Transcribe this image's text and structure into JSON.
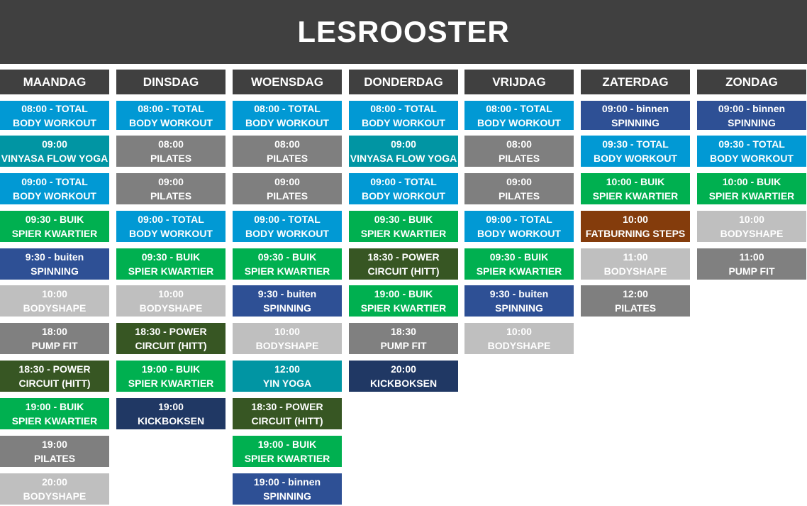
{
  "title": "LESROOSTER",
  "colors": {
    "header_bg": "#404040",
    "total": "#0199d4",
    "yoga": "#0195a3",
    "pilates": "#7f7f7f",
    "pumpfit": "#808080",
    "buik": "#00b050",
    "spinning": "#2e5095",
    "bodyshape": "#bfbfbf",
    "power": "#375623",
    "kickboksen": "#203864",
    "fatburning": "#843c0c"
  },
  "days": [
    {
      "name": "MAANDAG",
      "classes": [
        {
          "line1": "08:00 -  TOTAL",
          "line2": "BODY WORKOUT",
          "type": "total"
        },
        {
          "line1": "09:00",
          "line2": "VINYASA FLOW YOGA",
          "type": "yoga"
        },
        {
          "line1": "09:00 -  TOTAL",
          "line2": "BODY WORKOUT",
          "type": "total"
        },
        {
          "line1": "09:30 - BUIK",
          "line2": "SPIER KWARTIER",
          "type": "buik"
        },
        {
          "line1": "9:30 - buiten",
          "line2": "SPINNING",
          "type": "spinning"
        },
        {
          "line1": "10:00",
          "line2": "BODYSHAPE",
          "type": "bodyshape"
        },
        {
          "line1": "18:00",
          "line2": "PUMP FIT",
          "type": "pumpfit"
        },
        {
          "line1": "18:30 - POWER",
          "line2": "CIRCUIT (HITT)",
          "type": "power"
        },
        {
          "line1": "19:00 - BUIK",
          "line2": "SPIER KWARTIER",
          "type": "buik"
        },
        {
          "line1": "19:00",
          "line2": "PILATES",
          "type": "pilates"
        },
        {
          "line1": "20:00",
          "line2": "BODYSHAPE",
          "type": "bodyshape"
        }
      ]
    },
    {
      "name": "DINSDAG",
      "classes": [
        {
          "line1": "08:00 -  TOTAL",
          "line2": "BODY WORKOUT",
          "type": "total"
        },
        {
          "line1": "08:00",
          "line2": "PILATES",
          "type": "pilates"
        },
        {
          "line1": "09:00",
          "line2": "PILATES",
          "type": "pilates"
        },
        {
          "line1": "09:00 -  TOTAL",
          "line2": "BODY WORKOUT",
          "type": "total"
        },
        {
          "line1": "09:30 - BUIK",
          "line2": "SPIER KWARTIER",
          "type": "buik"
        },
        {
          "line1": "10:00",
          "line2": "BODYSHAPE",
          "type": "bodyshape"
        },
        {
          "line1": "18:30 - POWER",
          "line2": "CIRCUIT (HITT)",
          "type": "power"
        },
        {
          "line1": "19:00 - BUIK",
          "line2": "SPIER KWARTIER",
          "type": "buik"
        },
        {
          "line1": "19:00",
          "line2": "KICKBOKSEN",
          "type": "kickboksen"
        }
      ]
    },
    {
      "name": "WOENSDAG",
      "classes": [
        {
          "line1": "08:00 -  TOTAL",
          "line2": "BODY WORKOUT",
          "type": "total"
        },
        {
          "line1": "08:00",
          "line2": "PILATES",
          "type": "pilates"
        },
        {
          "line1": "09:00",
          "line2": "PILATES",
          "type": "pilates"
        },
        {
          "line1": "09:00 -  TOTAL",
          "line2": "BODY WORKOUT",
          "type": "total"
        },
        {
          "line1": "09:30 - BUIK",
          "line2": "SPIER KWARTIER",
          "type": "buik"
        },
        {
          "line1": "9:30 - buiten",
          "line2": "SPINNING",
          "type": "spinning"
        },
        {
          "line1": "10:00",
          "line2": "BODYSHAPE",
          "type": "bodyshape"
        },
        {
          "line1": "12:00",
          "line2": "YIN YOGA",
          "type": "yoga"
        },
        {
          "line1": "18:30 - POWER",
          "line2": "CIRCUIT (HITT)",
          "type": "power"
        },
        {
          "line1": "19:00 - BUIK",
          "line2": "SPIER KWARTIER",
          "type": "buik"
        },
        {
          "line1": "19:00 - binnen",
          "line2": "SPINNING",
          "type": "spinning"
        }
      ]
    },
    {
      "name": "DONDERDAG",
      "classes": [
        {
          "line1": "08:00 -  TOTAL",
          "line2": "BODY WORKOUT",
          "type": "total"
        },
        {
          "line1": "09:00",
          "line2": "VINYASA FLOW YOGA",
          "type": "yoga"
        },
        {
          "line1": "09:00 -  TOTAL",
          "line2": "BODY WORKOUT",
          "type": "total"
        },
        {
          "line1": "09:30 - BUIK",
          "line2": "SPIER KWARTIER",
          "type": "buik"
        },
        {
          "line1": "18:30 - POWER",
          "line2": "CIRCUIT (HITT)",
          "type": "power"
        },
        {
          "line1": "19:00 - BUIK",
          "line2": "SPIER KWARTIER",
          "type": "buik"
        },
        {
          "line1": "18:30",
          "line2": "PUMP FIT",
          "type": "pumpfit"
        },
        {
          "line1": "20:00",
          "line2": "KICKBOKSEN",
          "type": "kickboksen"
        }
      ]
    },
    {
      "name": "VRIJDAG",
      "classes": [
        {
          "line1": "08:00 -  TOTAL",
          "line2": "BODY WORKOUT",
          "type": "total"
        },
        {
          "line1": "08:00",
          "line2": "PILATES",
          "type": "pilates"
        },
        {
          "line1": "09:00",
          "line2": "PILATES",
          "type": "pilates"
        },
        {
          "line1": "09:00 -  TOTAL",
          "line2": "BODY WORKOUT",
          "type": "total"
        },
        {
          "line1": "09:30 - BUIK",
          "line2": "SPIER KWARTIER",
          "type": "buik"
        },
        {
          "line1": "9:30 - buiten",
          "line2": "SPINNING",
          "type": "spinning"
        },
        {
          "line1": "10:00",
          "line2": "BODYSHAPE",
          "type": "bodyshape"
        }
      ]
    },
    {
      "name": "ZATERDAG",
      "classes": [
        {
          "line1": "09:00 - binnen",
          "line2": "SPINNING",
          "type": "spinning"
        },
        {
          "line1": "09:30 -  TOTAL",
          "line2": "BODY WORKOUT",
          "type": "total"
        },
        {
          "line1": "10:00 - BUIK",
          "line2": "SPIER KWARTIER",
          "type": "buik"
        },
        {
          "line1": "10:00",
          "line2": "FATBURNING STEPS",
          "type": "fatburning"
        },
        {
          "line1": "11:00",
          "line2": "BODYSHAPE",
          "type": "bodyshape"
        },
        {
          "line1": "12:00",
          "line2": "PILATES",
          "type": "pilates"
        }
      ]
    },
    {
      "name": "ZONDAG",
      "classes": [
        {
          "line1": "09:00 - binnen",
          "line2": "SPINNING",
          "type": "spinning"
        },
        {
          "line1": "09:30 -  TOTAL",
          "line2": "BODY WORKOUT",
          "type": "total"
        },
        {
          "line1": "10:00 - BUIK",
          "line2": "SPIER KWARTIER",
          "type": "buik"
        },
        {
          "line1": "10:00",
          "line2": "BODYSHAPE",
          "type": "bodyshape"
        },
        {
          "line1": "11:00",
          "line2": "PUMP FIT",
          "type": "pumpfit"
        }
      ]
    }
  ]
}
